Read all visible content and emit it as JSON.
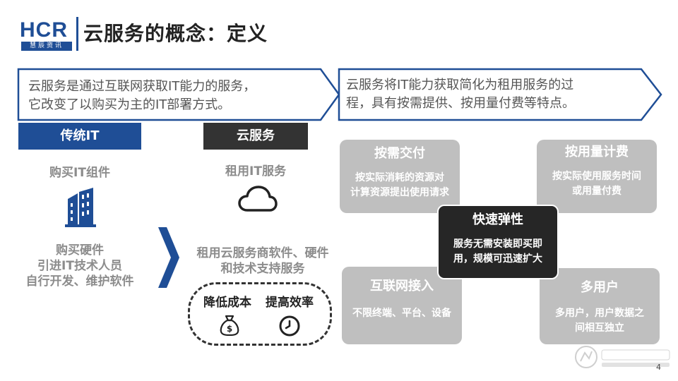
{
  "header": {
    "logo": "HCR",
    "logo_sub": "慧辰资讯",
    "title": "云服务的概念：定义"
  },
  "definition_left": {
    "line1": "云服务是通过互联网获取IT能力的服务，",
    "line2": "它改变了以购买为主的IT部署方式。"
  },
  "definition_right": {
    "line1": "云服务将IT能力获取简化为租用服务的过",
    "line2": "程，具有按需提供、按用量付费等特点。"
  },
  "traditional": {
    "header": "传统IT",
    "subtitle": "购买IT组件",
    "icon": "building-icon",
    "line1": "购买硬件",
    "line2": "引进IT技术人员",
    "line3": "自行开发、维护软件"
  },
  "cloud": {
    "header": "云服务",
    "subtitle": "租用IT服务",
    "icon": "cloud-icon",
    "line1": "租用云服务商软件、硬件",
    "line2": "和技术支持服务",
    "benefit1": "降低成本",
    "benefit2": "提高效率"
  },
  "features": {
    "on_demand": {
      "title": "按需交付",
      "line1": "按实际消耗的资源对",
      "line2": "计算资源提出使用请求"
    },
    "pay_per_use": {
      "title": "按用量计费",
      "line1": "按实际使用服务时间",
      "line2": "或用量付费"
    },
    "elastic": {
      "title": "快速弹性",
      "line1": "服务无需安装即买即",
      "line2": "用，规模可迅速扩大"
    },
    "internet": {
      "title": "互联网接入",
      "line1": "不限终端、平台、设备"
    },
    "multi_user": {
      "title": "多用户",
      "line1": "多用户，用户数据之",
      "line2": "间相互独立"
    }
  },
  "page_number": "4",
  "colors": {
    "brand_blue": "#1f4e96",
    "dark": "#333333",
    "card_gray": "#bfbfbf"
  }
}
